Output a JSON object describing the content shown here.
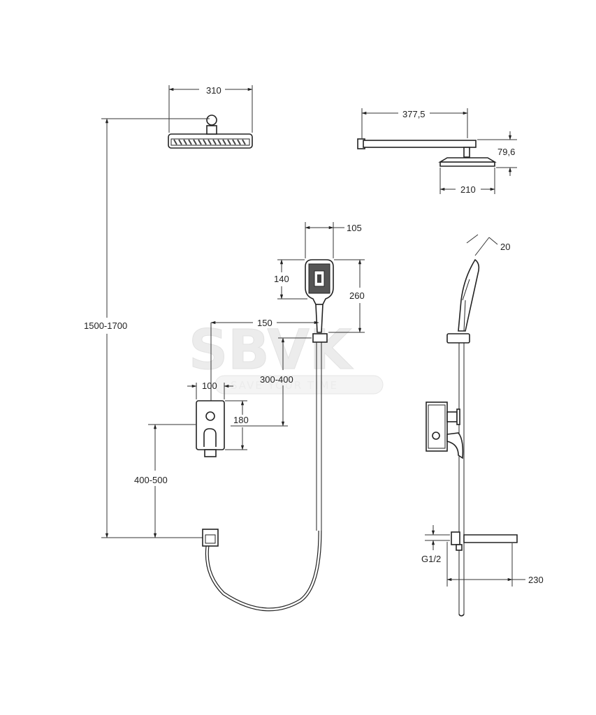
{
  "watermark": {
    "logo": "SBVK",
    "tagline": "SAVE YOUR TIME"
  },
  "dimensions": {
    "rain_shower_width": "310",
    "arm_length": "377,5",
    "rain_head_height": "79,6",
    "rain_head_diameter": "210",
    "total_height": "1500-1700",
    "hand_shower_width": "105",
    "hand_shower_thickness": "20",
    "hand_head_height": "140",
    "hand_shower_length": "260",
    "holder_offset": "150",
    "holder_range": "300-400",
    "mixer_width": "100",
    "mixer_height": "180",
    "mixer_height_from_outlet": "400-500",
    "connection": "G1/2",
    "outlet_length": "230"
  }
}
